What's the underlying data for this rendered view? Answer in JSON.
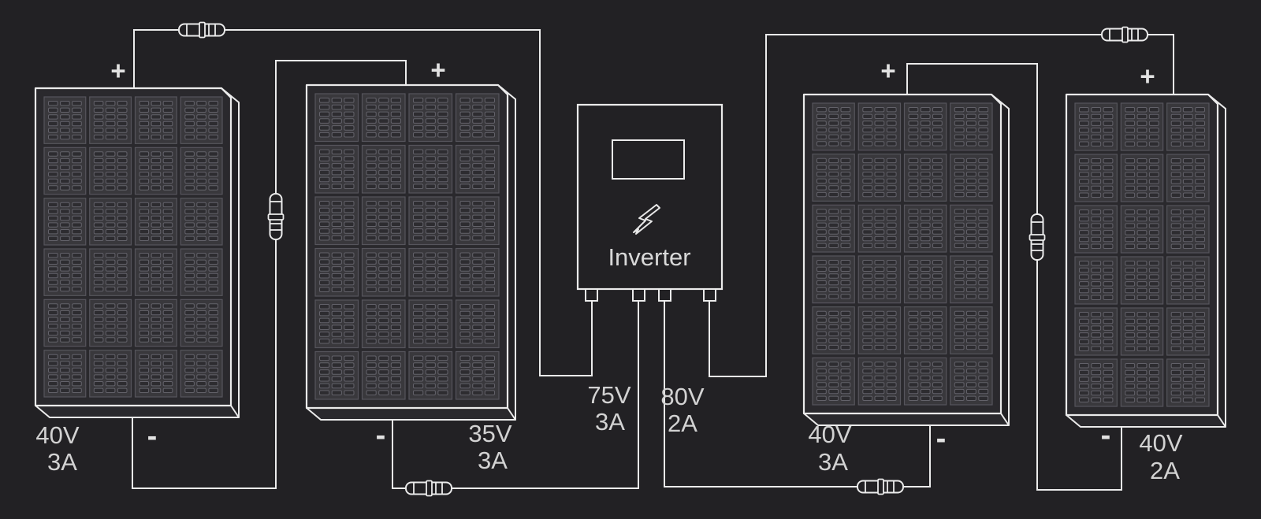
{
  "inverter": {
    "label": "Inverter",
    "icon": "lightning-bolt",
    "display_value": ""
  },
  "symbols": {
    "plus": "+",
    "minus": "-"
  },
  "panels": [
    {
      "id": "panel-1",
      "voltage": "40V",
      "current": "3A"
    },
    {
      "id": "panel-2",
      "voltage": "35V",
      "current": "3A"
    },
    {
      "id": "panel-3",
      "voltage": "40V",
      "current": "3A"
    },
    {
      "id": "panel-4",
      "voltage": "40V",
      "current": "2A"
    }
  ],
  "strings": [
    {
      "id": "string-1",
      "voltage": "75V",
      "current": "3A"
    },
    {
      "id": "string-2",
      "voltage": "80V",
      "current": "2A"
    }
  ],
  "fuses": {
    "count": 6,
    "icon": "inline-fuse"
  },
  "colors": {
    "background": "#222124",
    "line": "#ebebeb",
    "text": "#d2d2d2",
    "panel_face": "#2a292d",
    "cell_block": "#39383c",
    "cell_bar_stroke": "#63626a"
  }
}
